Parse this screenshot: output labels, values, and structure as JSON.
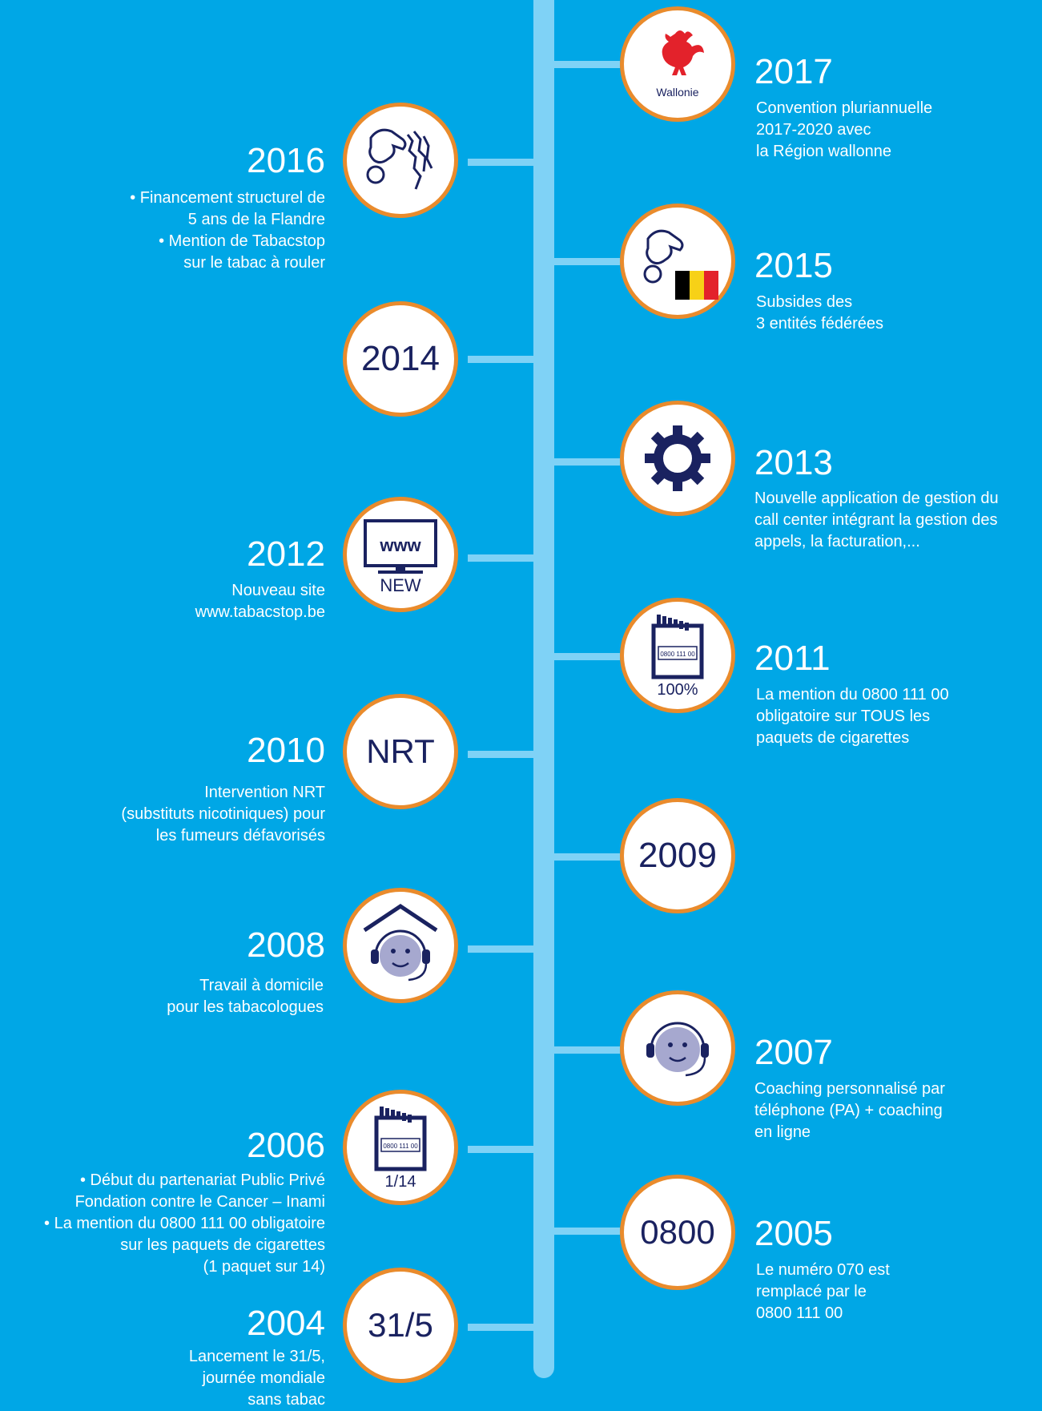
{
  "colors": {
    "background": "#00a7e6",
    "spine": "#7fd2f6",
    "circle_border": "#e98b2c",
    "navy": "#1a2260",
    "text": "#ffffff"
  },
  "events": [
    {
      "year": "2017",
      "icon": "wallonie-rooster-logo-icon",
      "logo_text": "Wallonie",
      "description": "Convention pluriannuelle\n2017-2020 avec\nla Région wallonne"
    },
    {
      "year": "2016",
      "icon": "hand-coin-flemish-lion-icon",
      "description": "• Financement structurel de\n5 ans de la Flandre\n• Mention de Tabacstop\nsur le tabac à rouler"
    },
    {
      "year": "2015",
      "icon": "hand-coin-belgian-flag-icon",
      "description": "Subsides des\n3 entités fédérées"
    },
    {
      "year": "2014",
      "circle_label": "2014"
    },
    {
      "year": "2013",
      "icon": "gear-icon",
      "description": "Nouvelle application de gestion du\ncall center intégrant la gestion des\nappels, la facturation,..."
    },
    {
      "year": "2012",
      "icon": "www-monitor-icon",
      "screen_text": "www",
      "badge_text": "NEW",
      "description": "Nouveau site\nwww.tabacstop.be"
    },
    {
      "year": "2011",
      "icon": "cigarette-pack-icon",
      "pack_number": "0800 111 00",
      "badge_text": "100%",
      "description": "La mention du 0800 111 00\nobligatoire sur TOUS les\npaquets de cigarettes"
    },
    {
      "year": "2010",
      "circle_label": "NRT",
      "description": "Intervention NRT\n(substituts nicotiniques) pour\nles fumeurs défavorisés"
    },
    {
      "year": "2009",
      "circle_label": "2009"
    },
    {
      "year": "2008",
      "icon": "headset-face-house-icon",
      "description": "Travail à domicile\npour les tabacologues"
    },
    {
      "year": "2007",
      "icon": "headset-face-icon",
      "description": "Coaching personnalisé par\ntéléphone (PA) + coaching\nen ligne"
    },
    {
      "year": "2006",
      "icon": "cigarette-pack-icon",
      "pack_number": "0800 111 00",
      "badge_text": "1/14",
      "description": "• Début du partenariat Public Privé\nFondation contre le Cancer – Inami\n• La mention du 0800 111 00 obligatoire\nsur les paquets de cigarettes\n(1 paquet sur 14)"
    },
    {
      "year": "2005",
      "circle_label": "0800",
      "description": "Le numéro 070 est\nremplacé par le\n0800 111 00"
    },
    {
      "year": "2004",
      "circle_label": "31/5",
      "description": "Lancement le 31/5,\njournée mondiale\nsans tabac"
    }
  ]
}
